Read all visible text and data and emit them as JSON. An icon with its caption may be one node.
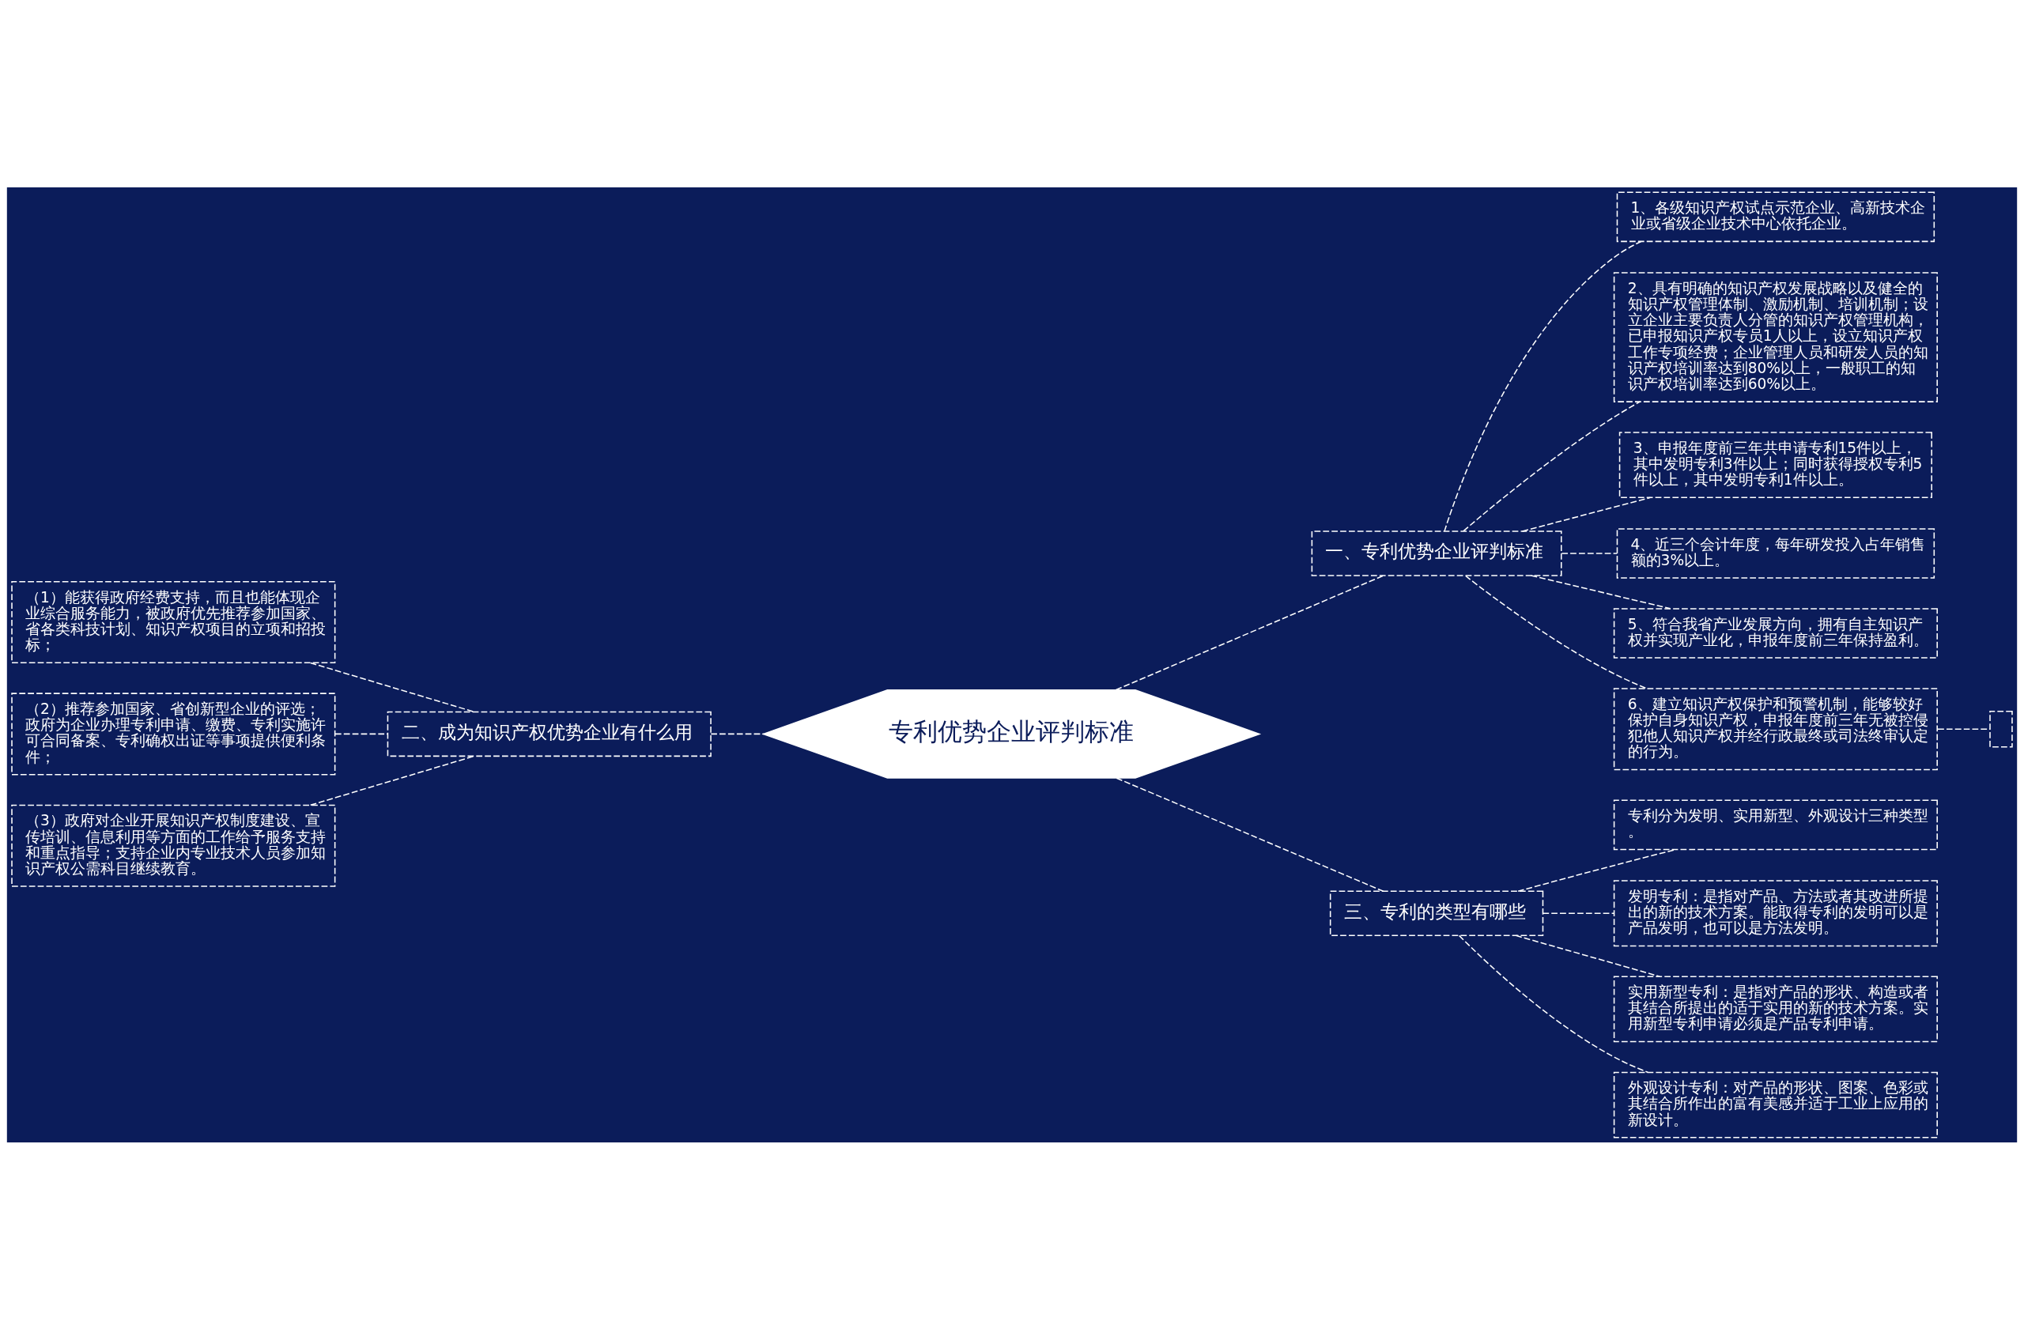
{
  "diagram": {
    "nodes": [
      {
        "text": [
          "专利优势企业评判标准"
        ]
      },
      {
        "text": [
          "一、专利优势企业评判标准"
        ]
      },
      {
        "text": [
          "1、各级知识产权试点示范企业、高新技术企业或省级企业技术中心依托企业。"
        ]
      },
      {
        "text": [
          "2、具有明确的知识产权发展战略以及健全的知识产权管理体制、激励机制、培训机制；设立企业主要负责人分管的知识产权管理机构，已申报知识产权专员1人以上，设立知识产权工作专项经费；企业管理人员和研发人员的知识产权培训率达到80%以上，一般职工的知识产权培训率达到60%以上。"
        ]
      },
      {
        "text": [
          "3、申报年度前三年共申请专利15件以上，其中发明专利3件以上；同时获得授权专利5件以上，其中发明专利1件以上。"
        ]
      },
      {
        "text": [
          "4、近三个会计年度，每年研发投入占年销售额的3%以上。"
        ]
      },
      {
        "text": [
          "5、符合我省产业发展方向，拥有自主知识产权并实现产业化，申报年度前三年保持盈利。"
        ]
      },
      {
        "text": [
          "6、建立知识产权保护和预警机制，能够较好保护自身知识产权，申报年度前三年无被控侵犯他人知识产权并经行政最终或司法终审认定的行为。"
        ]
      },
      {
        "text": [],
        "shape": "box"
      },
      {
        "text": [
          "二、成为知识产权优势企业有什么用"
        ]
      },
      {
        "text": [
          "（1）能获得政府经费支持，而且也能体现企业综合服务能力，被政府优先推荐参加国家、省各类科技计划、知识产权项目的立项和招投标；"
        ]
      },
      {
        "text": [
          "（2）推荐参加国家、省创新型企业的评选；政府为企业办理专利申请、缴费、专利实施许可合同备案、专利确权出证等事项提供便利条件；"
        ]
      },
      {
        "text": [
          "（3）政府对企业开展知识产权制度建设、宣传培训、信息利用等方面的工作给予服务支持和重点指导；支持企业内专业技术人员参加知识产权公需科目继续教育。"
        ]
      },
      {
        "text": [
          "三、专利的类型有哪些"
        ]
      },
      {
        "text": [
          "专利分为发明、实用新型、外观设计三种类型。"
        ]
      },
      {
        "text": [
          "发明专利：是指对产品、方法或者其改进所提出的新的技术方案。能取得专利的发明可以是产品发明，也可以是方法发明。"
        ]
      },
      {
        "text": [
          "实用新型专利：是指对产品的形状、构造或者其结合所提出的适于实用的新的技术方案。实用新型专利申请必须是产品专利申请。"
        ]
      },
      {
        "text": [
          "外观设计专利：对产品的形状、图案、色彩或其结合所作出的富有美感并适于工业上应用的新设计。"
        ]
      }
    ],
    "edges": [
      {
        "from": 0,
        "to": 1,
        "arrow": "none"
      },
      {
        "from": 1,
        "to": 2,
        "arrow": "none"
      },
      {
        "from": 1,
        "to": 3,
        "arrow": "none"
      },
      {
        "from": 1,
        "to": 4,
        "arrow": "none"
      },
      {
        "from": 1,
        "to": 5,
        "arrow": "none"
      },
      {
        "from": 1,
        "to": 6,
        "arrow": "none"
      },
      {
        "from": 1,
        "to": 7,
        "arrow": "none"
      },
      {
        "from": 7,
        "to": 8,
        "arrow": "none"
      },
      {
        "from": 0,
        "to": 9,
        "arrow": "none"
      },
      {
        "from": 9,
        "to": 10,
        "arrow": "none"
      },
      {
        "from": 9,
        "to": 11,
        "arrow": "none"
      },
      {
        "from": 9,
        "to": 12,
        "arrow": "none"
      },
      {
        "from": 0,
        "to": 13,
        "arrow": "none"
      },
      {
        "from": 13,
        "to": 14,
        "arrow": "none"
      },
      {
        "from": 13,
        "to": 15,
        "arrow": "none"
      },
      {
        "from": 13,
        "to": 16,
        "arrow": "none"
      },
      {
        "from": 13,
        "to": 17,
        "arrow": "none"
      }
    ]
  }
}
